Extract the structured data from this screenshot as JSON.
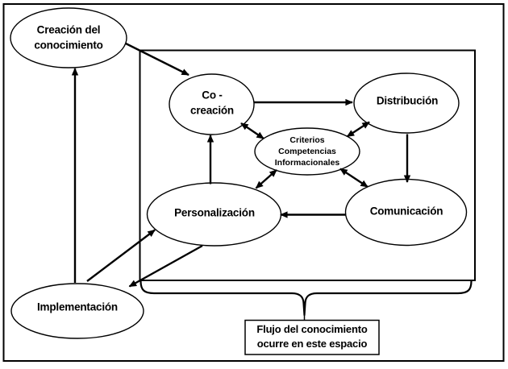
{
  "diagram": {
    "nodes": {
      "creacion": {
        "label": "Creación del\nconocimiento"
      },
      "cocreacion": {
        "label": "Co -\ncreación"
      },
      "distribucion": {
        "label": "Distribución"
      },
      "criterios": {
        "label": "Criterios\nCompetencias\nInformacionales"
      },
      "personalizacion": {
        "label": "Personalización"
      },
      "comunicacion": {
        "label": "Comunicación"
      },
      "implementacion": {
        "label": "Implementación"
      }
    },
    "caption": {
      "label": "Flujo del conocimiento\nocurre en este espacio"
    },
    "edges": [
      {
        "from": "creacion",
        "to": "cocreacion",
        "type": "one-way"
      },
      {
        "from": "implementacion",
        "to": "creacion",
        "type": "one-way"
      },
      {
        "from": "cocreacion",
        "to": "distribucion",
        "type": "one-way"
      },
      {
        "from": "cocreacion",
        "to": "criterios",
        "type": "two-way"
      },
      {
        "from": "distribucion",
        "to": "criterios",
        "type": "two-way"
      },
      {
        "from": "distribucion",
        "to": "comunicacion",
        "type": "one-way"
      },
      {
        "from": "criterios",
        "to": "personalizacion",
        "type": "two-way"
      },
      {
        "from": "criterios",
        "to": "comunicacion",
        "type": "two-way"
      },
      {
        "from": "comunicacion",
        "to": "personalizacion",
        "type": "one-way"
      },
      {
        "from": "personalizacion",
        "to": "cocreacion",
        "type": "one-way"
      },
      {
        "from": "implementacion",
        "to": "personalizacion",
        "type": "one-way"
      },
      {
        "from": "personalizacion",
        "to": "implementacion",
        "type": "one-way"
      }
    ],
    "colors": {
      "line": "#000000",
      "fill": "#ffffff",
      "text": "#000000"
    }
  }
}
